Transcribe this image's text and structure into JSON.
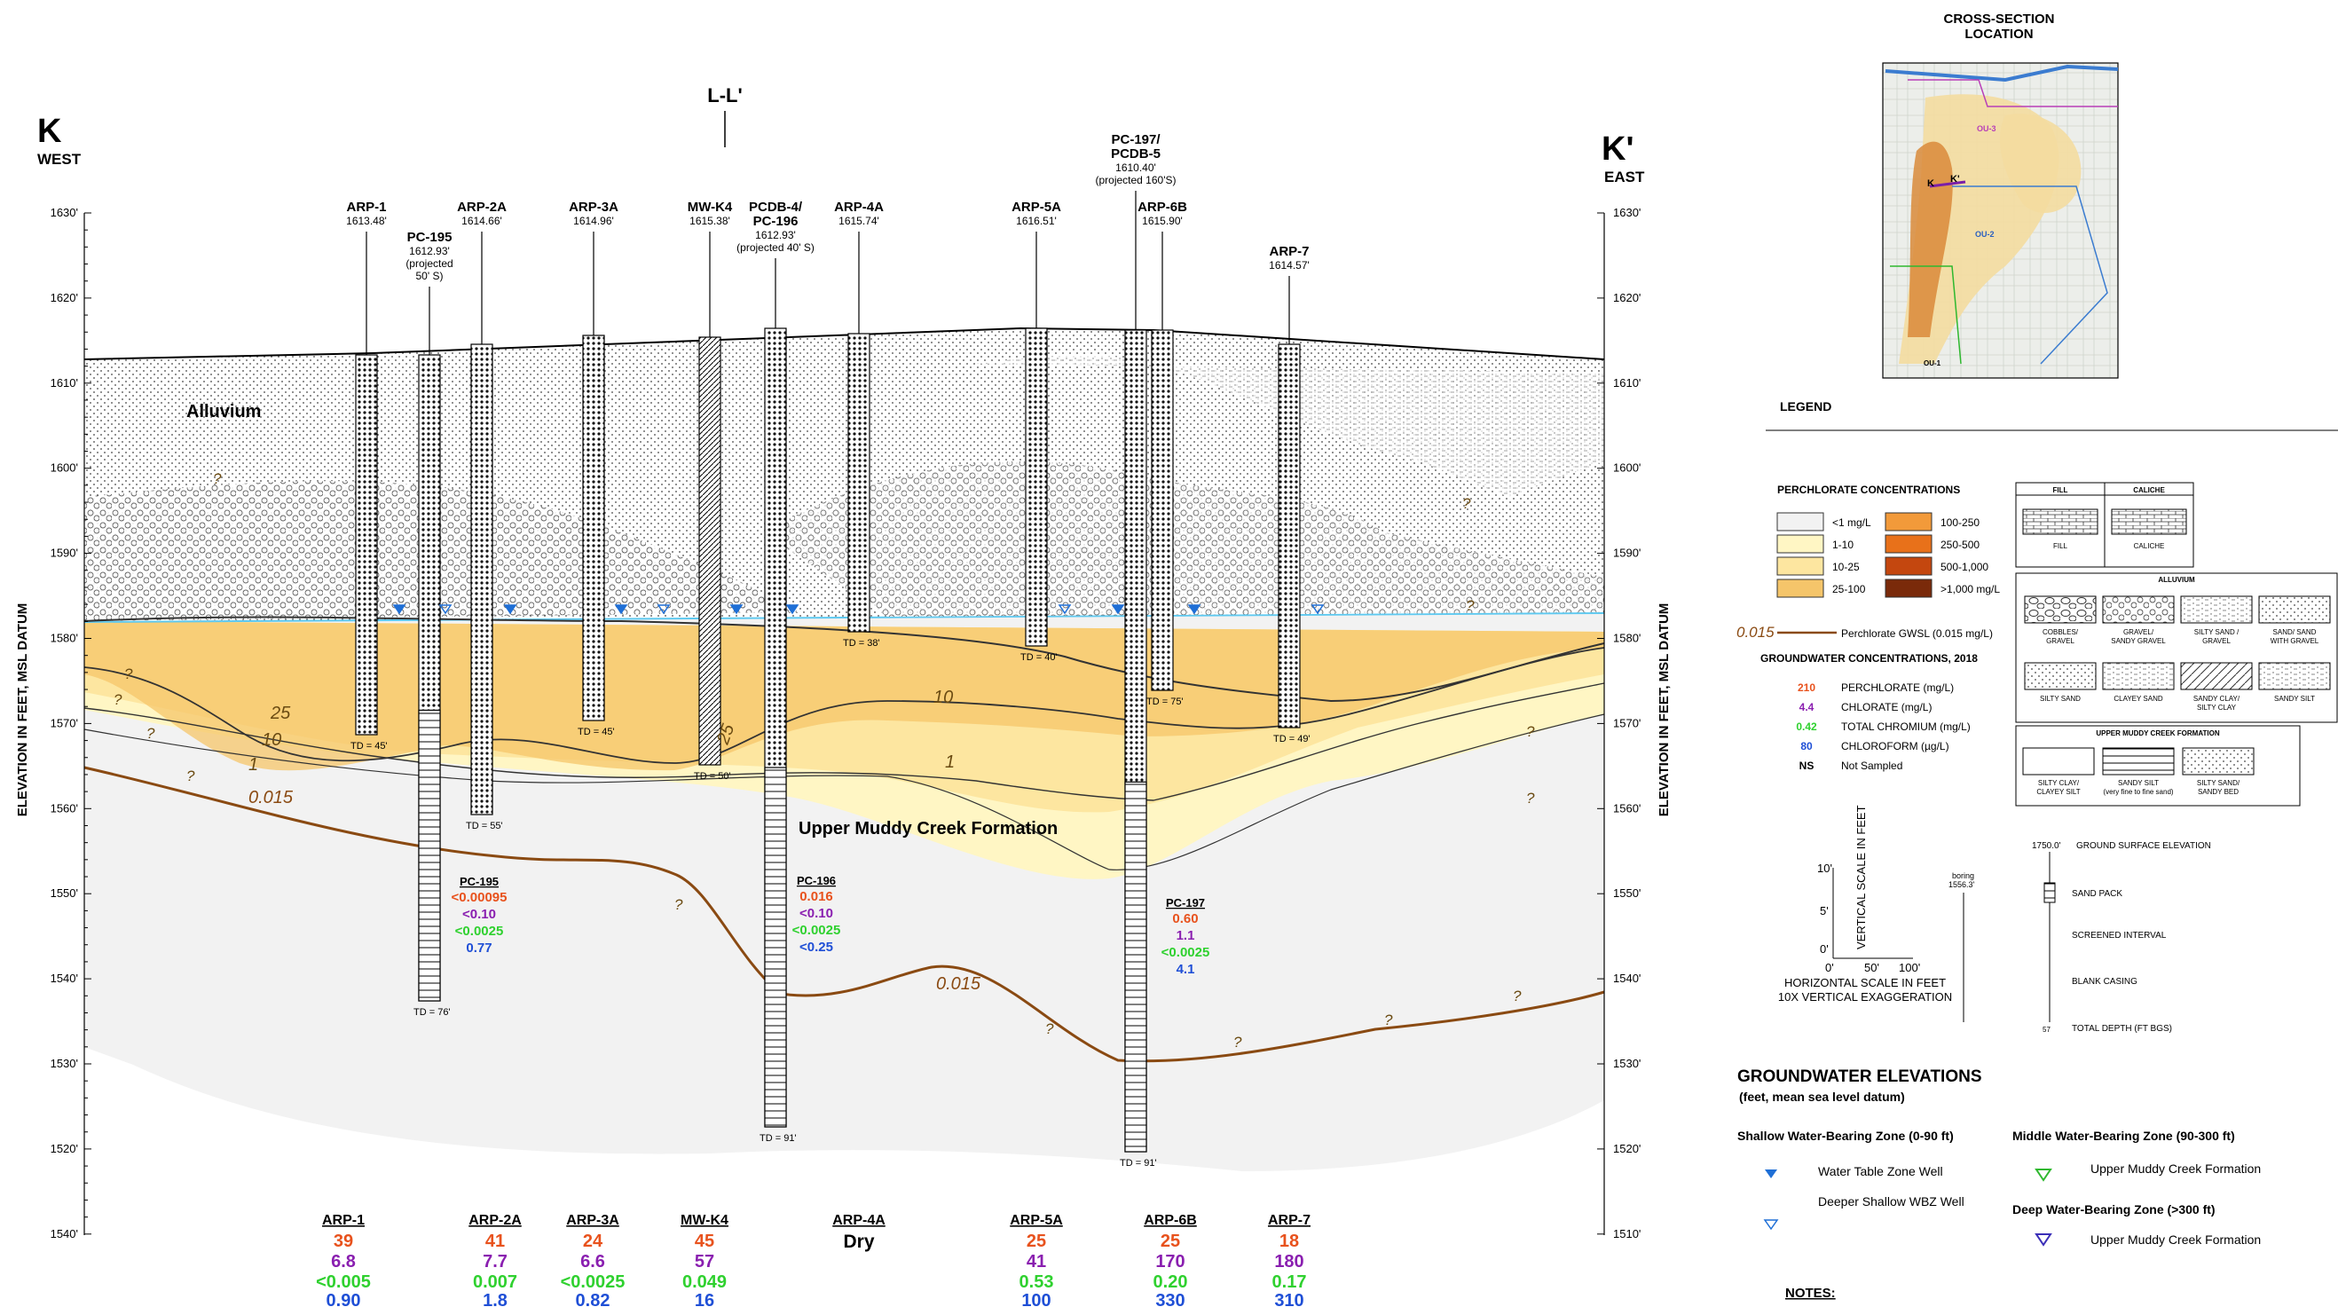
{
  "header": {
    "k_label": "K",
    "k_dir": "WEST",
    "kp_label": "K'",
    "kp_dir": "EAST",
    "ll_label": "L-L'"
  },
  "axis": {
    "ylabel": "ELEVATION IN FEET, MSL DATUM",
    "left_ticks": [
      "1630'",
      "1620'",
      "1610'",
      "1600'",
      "1590'",
      "1580'",
      "1570'",
      "1560'",
      "1550'",
      "1540'",
      "1530'",
      "1520'",
      "1540'"
    ],
    "right_ticks": [
      "1630'",
      "1620'",
      "1610'",
      "1600'",
      "1590'",
      "1580'",
      "1570'",
      "1560'",
      "1550'",
      "1540'",
      "1530'",
      "1520'",
      "1510'"
    ]
  },
  "wells": [
    {
      "id": "ARP-1",
      "elev": "1613.48'",
      "td": "TD = 45'"
    },
    {
      "id": "PC-195",
      "elev": "1612.93'",
      "note1": "(projected",
      "note2": "50' S)",
      "td": "TD = 76'"
    },
    {
      "id": "ARP-2A",
      "elev": "1614.66'",
      "td": "TD = 55'"
    },
    {
      "id": "ARP-3A",
      "elev": "1614.96'",
      "td": "TD = 45'"
    },
    {
      "id": "MW-K4",
      "elev": "1615.38'",
      "td": "TD = 50'"
    },
    {
      "id1": "PCDB-4/",
      "id2": "PC-196",
      "elev": "1612.93'",
      "note": "(projected 40' S)",
      "td": "TD = 91'"
    },
    {
      "id": "ARP-4A",
      "elev": "1615.74'",
      "td": "TD = 38'"
    },
    {
      "id": "ARP-5A",
      "elev": "1616.51'",
      "td": "TD = 40'"
    },
    {
      "id1": "PC-197/",
      "id2": "PCDB-5",
      "elev": "1610.40'",
      "note": "(projected 160'S)",
      "td": "TD = 91'"
    },
    {
      "id": "ARP-6B",
      "elev": "1615.90'",
      "td": "TD = 75'"
    },
    {
      "id": "ARP-7",
      "elev": "1614.57'",
      "td": "TD = 49'"
    }
  ],
  "units": {
    "alluvium": "Alluvium",
    "umcf": "Upper Muddy Creek Formation",
    "question": "?",
    "contours": [
      "25",
      "10",
      "1",
      "0.015",
      "25",
      "10",
      "1",
      "0.015"
    ]
  },
  "deep_data": [
    {
      "title": "PC-195",
      "p": "<0.00095",
      "c": "<0.10",
      "cr": "<0.0025",
      "cf": "0.77"
    },
    {
      "title": "PC-196",
      "p": "0.016",
      "c": "<0.10",
      "cr": "<0.0025",
      "cf": "<0.25"
    },
    {
      "title": "PC-197",
      "p": "0.60",
      "c": "1.1",
      "cr": "<0.0025",
      "cf": "4.1"
    }
  ],
  "bottom_table": [
    {
      "id": "ARP-1",
      "p": "39",
      "c": "6.8",
      "cr": "<0.005",
      "cf": "0.90"
    },
    {
      "id": "ARP-2A",
      "p": "41",
      "c": "7.7",
      "cr": "0.007",
      "cf": "1.8"
    },
    {
      "id": "ARP-3A",
      "p": "24",
      "c": "6.6",
      "cr": "<0.0025",
      "cf": "0.82"
    },
    {
      "id": "MW-K4",
      "p": "45",
      "c": "57",
      "cr": "0.049",
      "cf": "16"
    },
    {
      "id": "ARP-4A",
      "dry": "Dry"
    },
    {
      "id": "ARP-5A",
      "p": "25",
      "c": "41",
      "cr": "0.53",
      "cf": "100"
    },
    {
      "id": "ARP-6B",
      "p": "25",
      "c": "170",
      "cr": "0.20",
      "cf": "330"
    },
    {
      "id": "ARP-7",
      "p": "18",
      "c": "180",
      "cr": "0.17",
      "cf": "310"
    }
  ],
  "inset": {
    "title1": "CROSS-SECTION",
    "title2": "LOCATION",
    "ou3": "OU-3",
    "ou2": "OU-2",
    "ou1": "OU-1",
    "k": "K",
    "kp": "K'"
  },
  "legend": {
    "title": "LEGEND",
    "perc_title": "PERCHLORATE CONCENTRATIONS",
    "perc_items": [
      "<1 mg/L",
      "1-10",
      "10-25",
      "25-100",
      "100-250",
      "250-500",
      "500-1,000",
      ">1,000 mg/L"
    ],
    "gwsl_value": "0.015",
    "gwsl_label": "Perchlorate GWSL (0.015 mg/L)",
    "gw_title": "GROUNDWATER CONCENTRATIONS, 2018",
    "gw_items": [
      {
        "v": "210",
        "t": "PERCHLORATE (mg/L)"
      },
      {
        "v": "4.4",
        "t": "CHLORATE (mg/L)"
      },
      {
        "v": "0.42",
        "t": "TOTAL CHROMIUM (mg/L)"
      },
      {
        "v": "80",
        "t": "CHLOROFORM (µg/L)"
      },
      {
        "v": "NS",
        "t": "Not Sampled"
      }
    ],
    "fill": "FILL",
    "caliche": "CALICHE",
    "alluvium": "ALLUVIUM",
    "allu_items": [
      "COBBLES/\nGRAVEL",
      "GRAVEL/\nSANDY GRAVEL",
      "SILTY SAND /\nGRAVEL",
      "SAND/ SAND\nWITH GRAVEL",
      "SILTY SAND",
      "CLAYEY SAND",
      "SANDY CLAY/\nSILTY CLAY",
      "SANDY SILT"
    ],
    "umcf": "UPPER MUDDY CREEK FORMATION",
    "umcf_items": [
      "SILTY CLAY/\nCLAYEY SILT",
      "SANDY SILT\n(very fine to fine sand)",
      "SILTY SAND/\nSANDY BED"
    ],
    "vscale": "VERTICAL SCALE IN FEET",
    "vs_ticks": [
      "10'",
      "5'",
      "0'"
    ],
    "hs_ticks": [
      "0'",
      "50'",
      "100'"
    ],
    "hscale": "HORIZONTAL SCALE IN FEET",
    "vexag": "10X VERTICAL EXAGGERATION",
    "boring": "boring",
    "boring_elev": "1556.3'",
    "w_elev": "1750.0'",
    "w_ground": "GROUND SURFACE ELEVATION",
    "w_sand": "SAND PACK",
    "w_screen": "SCREENED INTERVAL",
    "w_blank": "BLANK CASING",
    "w_td": "TOTAL DEPTH (FT BGS)",
    "w_57": "57",
    "gwe_title": "GROUNDWATER ELEVATIONS",
    "gwe_sub": "(feet, mean sea level datum)",
    "shallow": "Shallow Water-Bearing Zone (0-90 ft)",
    "wt": "Water Table Zone Well",
    "dsw": "Deeper Shallow WBZ Well",
    "middle": "Middle Water-Bearing Zone (90-300 ft)",
    "umc1": "Upper Muddy Creek Formation",
    "deep": "Deep Water-Bearing Zone (>300 ft)",
    "umc2": "Upper Muddy Creek Formation",
    "notes": "NOTES:"
  },
  "colors": {
    "perc": [
      "#f2f2f2",
      "#fff6c4",
      "#fde6a0",
      "#f5c56a",
      "#f29a3a",
      "#e8711a",
      "#c4470f",
      "#7a2a0a"
    ],
    "gwsl": "#8a4a12",
    "water": "#5ec9f0",
    "p": "#e8521d",
    "c": "#8a1fb0",
    "cr": "#2fd12f",
    "cf": "#1f4fd6"
  }
}
